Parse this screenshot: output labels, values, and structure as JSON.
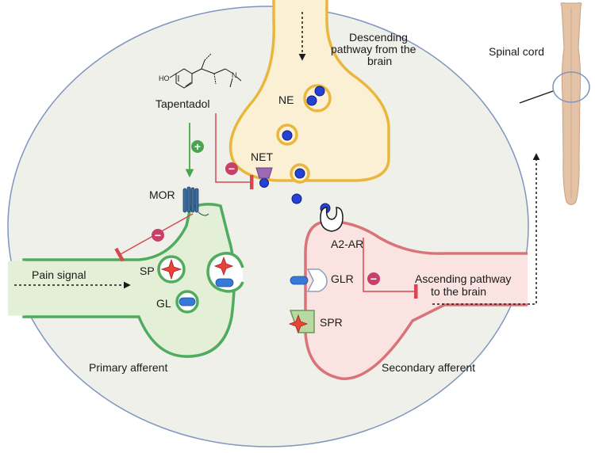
{
  "labels": {
    "descending": [
      "Descending",
      "pathway from the",
      "brain"
    ],
    "spinal_cord": "Spinal cord",
    "tapentadol": "Tapentadol",
    "ne": "NE",
    "net": "NET",
    "mor": "MOR",
    "a2ar": "A2-AR",
    "pain_signal": "Pain signal",
    "sp": "SP",
    "gl": "GL",
    "glr": "GLR",
    "spr": "SPR",
    "ascending": [
      "Ascending pathway",
      "to the brain"
    ],
    "primary_afferent": "Primary afferent",
    "secondary_afferent": "Secondary afferent",
    "molecule_ho": "HO",
    "molecule_n": "N"
  },
  "signs": {
    "plus": "+",
    "minus": "−"
  },
  "colors": {
    "ellipse_fill": "#eef0e9",
    "ellipse_stroke": "#7f95bf",
    "descending_fill": "#fbefd4",
    "descending_stroke": "#e8b73c",
    "primary_fill": "#e3efd7",
    "primary_stroke": "#4fab5e",
    "secondary_fill": "#fbe3e1",
    "secondary_stroke": "#d9737a",
    "inhibit_red": "#d8474f",
    "activate_green": "#4aa64e",
    "minus_badge": "#c7406a",
    "ne_dot": "#2542d6",
    "gl_blue": "#3779d9",
    "sp_red": "#e84338",
    "spinal_cord": "#e3c2a6"
  }
}
